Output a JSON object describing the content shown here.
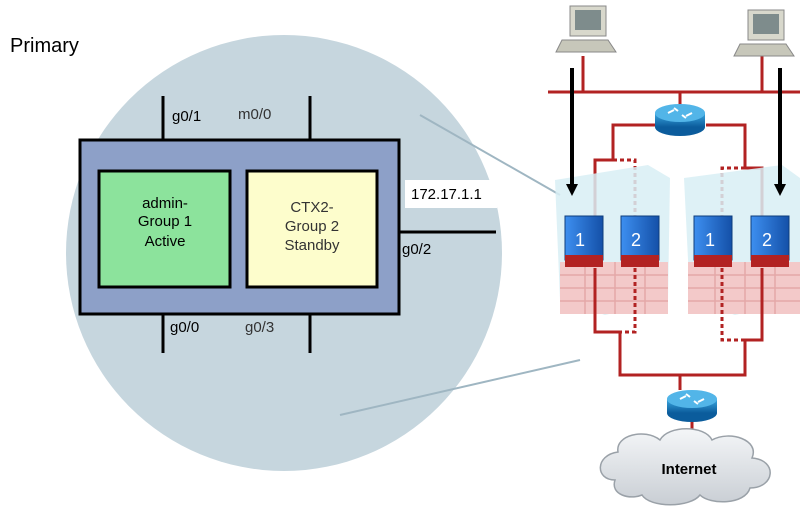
{
  "title": "Primary",
  "interfaces": {
    "g0_1": "g0/1",
    "m0_0": "m0/0",
    "g0_2": "g0/2",
    "g0_0": "g0/0",
    "g0_3": "g0/3"
  },
  "ip_address": "172.17.1.1",
  "contexts": {
    "admin": {
      "line1": "admin-",
      "line2": "Group 1",
      "line3": "Active"
    },
    "ctx2": {
      "line1": "CTX2-",
      "line2": "Group 2",
      "line3": "Standby"
    }
  },
  "firewall_units": {
    "left_a": "1",
    "left_b": "2",
    "right_a": "1",
    "right_b": "2"
  },
  "cloud_label": "Internet",
  "colors": {
    "zoom_circle": "#c6d6de",
    "device_box": "#8da0c8",
    "admin_box": "#8ce39c",
    "ctx2_box": "#fdfdcc",
    "network_line": "#b22222",
    "firewall_blue": "#1e6fd9"
  },
  "icons": [
    "workstation-icon",
    "router-icon",
    "firewall-icon",
    "cloud-icon"
  ]
}
